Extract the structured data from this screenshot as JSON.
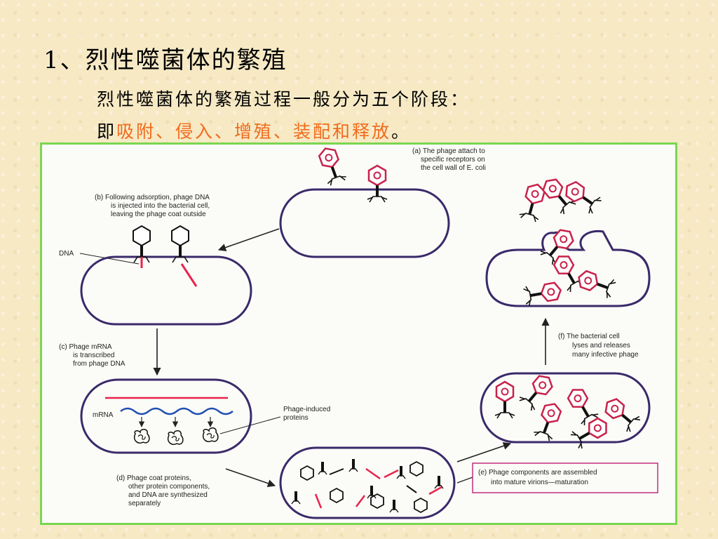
{
  "title": "1、烈性噬菌体的繁殖",
  "intro": {
    "line1": "烈性噬菌体的繁殖过程一般分为五个阶段：",
    "line2_prefix": "即",
    "stages_highlight": "吸附、侵入、增殖、装配和释放",
    "line2_suffix": "。"
  },
  "diagram": {
    "step_a": [
      "(a) The phage attach to",
      "specific receptors on",
      "the cell wall of E. coli"
    ],
    "step_b": [
      "(b) Following adsorption, phage DNA",
      "is injected into the bacterial cell,",
      "leaving the phage coat outside"
    ],
    "label_dna": "DNA",
    "step_c": [
      "(c) Phage mRNA",
      "is transcribed",
      "from phage DNA"
    ],
    "label_mrna": "mRNA",
    "label_proteins": [
      "Phage-induced",
      "proteins"
    ],
    "step_d": [
      "(d) Phage coat proteins,",
      "other protein components,",
      "and DNA are synthesized",
      "separately"
    ],
    "step_e": [
      "(e) Phage components are assembled",
      "into mature virions—maturation"
    ],
    "step_f": [
      "(f) The bacterial cell",
      "lyses and releases",
      "many infective phage"
    ]
  },
  "colors": {
    "highlight": "#f26a1b",
    "panel_border": "#7bd651",
    "cell_outline": "#3a2a6a",
    "dna": "#e8234a",
    "mrna": "#1f4fb0",
    "step_e_border": "#c0307a"
  }
}
